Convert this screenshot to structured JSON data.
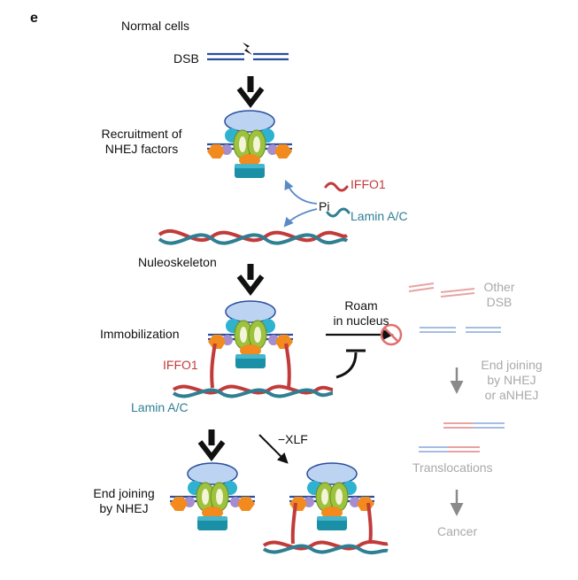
{
  "panel_label": "e",
  "normal_cells": "Normal cells",
  "dsb": "DSB",
  "recruitment": [
    "Recruitment of",
    "NHEJ factors"
  ],
  "iffo1": "IFFO1",
  "pi": "Pi",
  "lamin": "Lamin A/C",
  "nucleoskeleton": "Nuleoskeleton",
  "immobilization": "Immobilization",
  "roam": [
    "Roam",
    "in nucleus"
  ],
  "other_dsb": [
    "Other",
    "DSB"
  ],
  "end_joining_alt": [
    "End joining",
    "by NHEJ",
    "or aNHEJ"
  ],
  "xlf": "−XLF",
  "translocations": "Translocations",
  "cancer": "Cancer",
  "end_joining_nhej": [
    "End joining",
    "by NHEJ"
  ],
  "colors": {
    "dna_blue": "#2a4f9c",
    "iffo1_red": "#c23b3b",
    "lamin_teal": "#2f7f93",
    "grey": "#a9a9a9",
    "pale_red": "#e8a3a3",
    "pale_blue": "#a6bde3"
  }
}
